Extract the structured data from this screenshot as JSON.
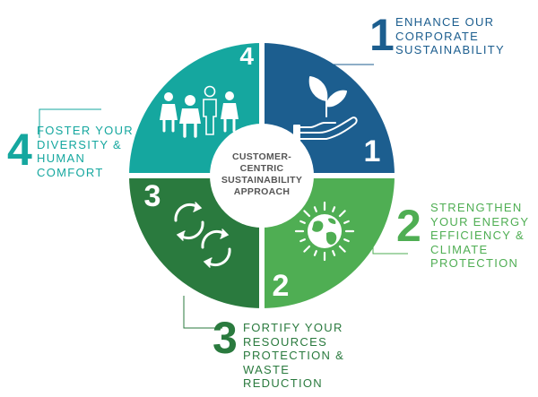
{
  "center_text": [
    "CUSTOMER-",
    "CENTRIC",
    "SUSTAINABILITY",
    "APPROACH"
  ],
  "segments": [
    {
      "id": "q1",
      "number": "1",
      "color": "#1c5e8f",
      "icon": "plant-in-hand-icon"
    },
    {
      "id": "q2",
      "number": "2",
      "color": "#4fae53",
      "icon": "globe-sun-icon"
    },
    {
      "id": "q3",
      "number": "3",
      "color": "#2a7a3e",
      "icon": "recycle-arrows-icon"
    },
    {
      "id": "q4",
      "number": "4",
      "color": "#15a79f",
      "icon": "people-family-icon"
    }
  ],
  "callouts": [
    {
      "number": "1",
      "color": "#1c5e8f",
      "lines": [
        "ENHANCE OUR",
        "CORPORATE",
        "SUSTAINABILITY"
      ]
    },
    {
      "number": "2",
      "color": "#4fae53",
      "lines": [
        "STRENGTHEN",
        "YOUR ENERGY",
        "EFFICIENCY &",
        "CLIMATE",
        "PROTECTION"
      ]
    },
    {
      "number": "3",
      "color": "#2a7a3e",
      "lines": [
        "FORTIFY YOUR",
        "RESOURCES",
        "PROTECTION &",
        "WASTE",
        "REDUCTION"
      ]
    },
    {
      "number": "4",
      "color": "#15a79f",
      "lines": [
        "FOSTER YOUR",
        "DIVERSITY &",
        "HUMAN",
        "COMFORT"
      ]
    }
  ]
}
